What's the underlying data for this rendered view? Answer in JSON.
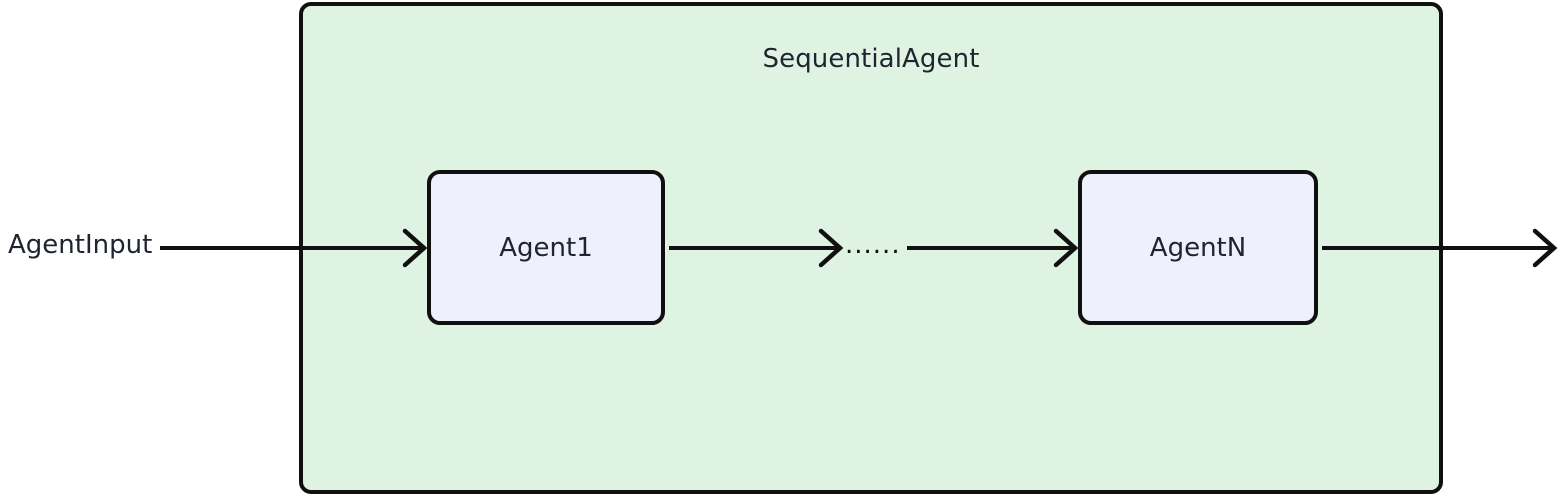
{
  "diagram": {
    "type": "flowchart",
    "title": "SequentialAgent",
    "container": {
      "label": "SequentialAgent",
      "fill_color": "#dff3e2",
      "border_color": "#101010"
    },
    "external_input": {
      "label": "AgentInput"
    },
    "nodes": [
      {
        "id": "agent1",
        "label": "Agent1",
        "fill_color": "#eef1fb",
        "border_color": "#101010"
      },
      {
        "id": "agentn",
        "label": "AgentN",
        "fill_color": "#eef1fb",
        "border_color": "#101010"
      }
    ],
    "ellipsis": {
      "label": "......"
    },
    "edges": [
      {
        "id": "edge-input-agent1",
        "from": "AgentInput",
        "to": "Agent1"
      },
      {
        "id": "edge-agent1-ellipsis",
        "from": "Agent1",
        "to": "......"
      },
      {
        "id": "edge-ellipsis-agentn",
        "from": "......",
        "to": "AgentN"
      },
      {
        "id": "edge-agentn-output",
        "from": "AgentN",
        "to": "output"
      }
    ]
  }
}
